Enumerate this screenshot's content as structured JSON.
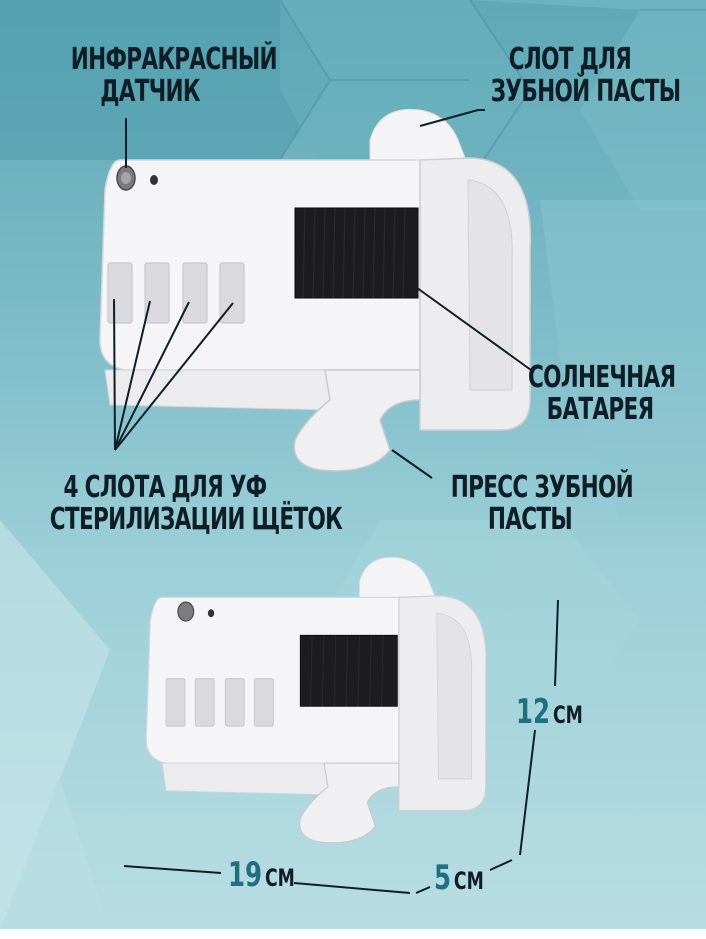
{
  "colors": {
    "background_top": "#5fa8b6",
    "background_bottom": "#b8dde3",
    "label_text": "#0f1e26",
    "dimension_number": "#1e6f80",
    "device_body": "#f3f3f5",
    "solar_panel": "#1a1a1a"
  },
  "callouts": {
    "ir_sensor": {
      "line1": "ИНФРАКРАСНЫЙ",
      "line2": "ДАТЧИК"
    },
    "paste_slot": {
      "line1": "СЛОТ ДЛЯ",
      "line2": "ЗУБНОЙ ПАСТЫ"
    },
    "solar_battery": {
      "line1": "СОЛНЕЧНАЯ",
      "line2": "БАТАРЕЯ"
    },
    "brush_slots": {
      "line1": "4 СЛОТА ДЛЯ УФ",
      "line2": "СТЕРИЛИЗАЦИИ ЩЁТОК"
    },
    "paste_press": {
      "line1": "ПРЕСС ЗУБНОЙ",
      "line2": "ПАСТЫ"
    }
  },
  "dimensions": {
    "width": {
      "value": "19",
      "unit": "СМ"
    },
    "depth": {
      "value": "5",
      "unit": "СМ"
    },
    "height": {
      "value": "12",
      "unit": "СМ"
    }
  },
  "icons": {
    "top_product": "toothbrush-sterilizer-image",
    "bottom_product": "toothbrush-sterilizer-image"
  }
}
